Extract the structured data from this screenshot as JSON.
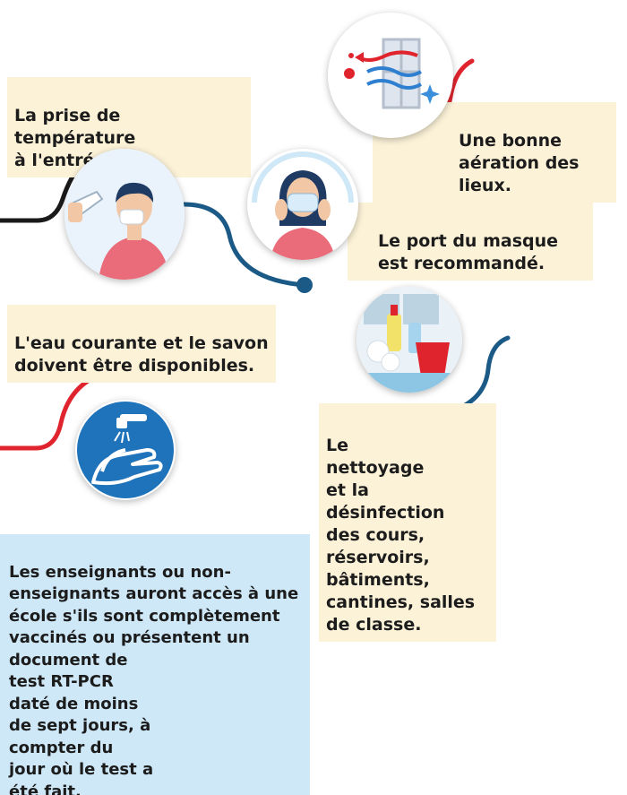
{
  "steps": {
    "temperature": {
      "text": "La prise de température\nà l'entrée."
    },
    "aeration": {
      "text": "Une bonne\naération des lieux."
    },
    "mask": {
      "text": "Le port du masque\nest recommandé."
    },
    "water": {
      "text": "L'eau courante et le savon\ndoivent être disponibles."
    },
    "cleaning": {
      "text": "Le\nnettoyage\net la désinfection\ndes cours,\nréservoirs,\nbâtiments,\ncantines, salles\nde classe."
    },
    "teachers": {
      "text": "Les enseignants ou non-\nenseignants auront accès à une\nécole s'ils sont complètement\nvaccinés ou présentent un\ndocument de\ntest RT-PCR\ndaté de moins\nde sept jours, à\ncompter du\njour où le test a\nété fait."
    }
  },
  "colors": {
    "note_bg": "#fcf2d8",
    "info_bg": "#cfe8f8",
    "line_black": "#1a1a1a",
    "line_red": "#e0242e",
    "line_blue": "#1b5a86",
    "water_icon_bg": "#1f73ba"
  },
  "icons": [
    "window-airflow-icon",
    "thermometer-person-icon",
    "face-mask-icon",
    "cleaning-supplies-icon",
    "hand-washing-icon"
  ]
}
